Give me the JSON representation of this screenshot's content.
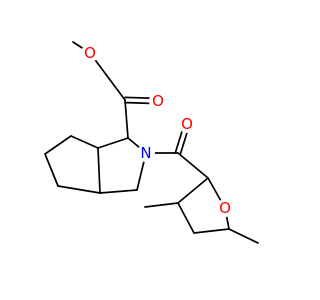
{
  "molecule": {
    "atoms": {
      "O_methoxy": {
        "symbol": "O",
        "color": "#ff0000"
      },
      "O_ester_carbonyl": {
        "symbol": "O",
        "color": "#ff0000"
      },
      "N_ring": {
        "symbol": "N",
        "color": "#0000ff"
      },
      "O_amide_carbonyl": {
        "symbol": "O",
        "color": "#ff0000"
      },
      "O_oxolane": {
        "symbol": "O",
        "color": "#ff0000"
      }
    },
    "bond_color": "#000000",
    "background_color": "#ffffff"
  }
}
